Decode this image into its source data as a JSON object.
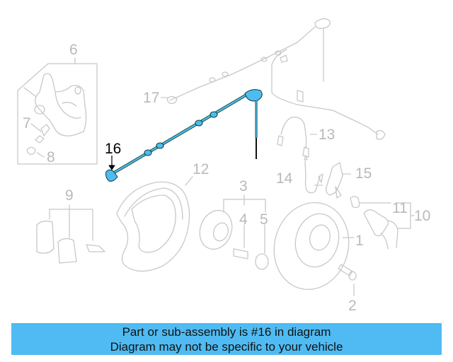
{
  "diagram": {
    "highlighted_part": "16",
    "highlight_color": "#4fbbf2",
    "line_color": "#c8c8c8",
    "callouts": [
      {
        "id": "1",
        "label": "1"
      },
      {
        "id": "2",
        "label": "2"
      },
      {
        "id": "3",
        "label": "3"
      },
      {
        "id": "4",
        "label": "4"
      },
      {
        "id": "5",
        "label": "5"
      },
      {
        "id": "6",
        "label": "6"
      },
      {
        "id": "7",
        "label": "7"
      },
      {
        "id": "8",
        "label": "8"
      },
      {
        "id": "9",
        "label": "9"
      },
      {
        "id": "10",
        "label": "10"
      },
      {
        "id": "11",
        "label": "11"
      },
      {
        "id": "12",
        "label": "12"
      },
      {
        "id": "13",
        "label": "13"
      },
      {
        "id": "14",
        "label": "14"
      },
      {
        "id": "15",
        "label": "15"
      },
      {
        "id": "16",
        "label": "16"
      },
      {
        "id": "17",
        "label": "17"
      }
    ]
  },
  "banner": {
    "line1": "Part or sub-assembly is #16 in diagram",
    "line2": "Diagram may not be specific to your vehicle",
    "background": "#4fbbf2"
  }
}
